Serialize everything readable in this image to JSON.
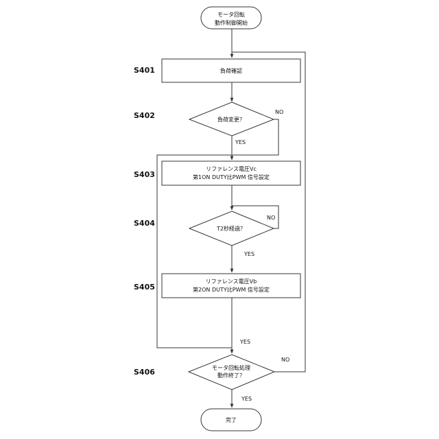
{
  "start": [
    "モータ回転",
    "動作制御開始"
  ],
  "steps": {
    "s401": {
      "id": "S401",
      "text": [
        "負荷確認"
      ]
    },
    "s402": {
      "id": "S402",
      "text": [
        "負荷変更？"
      ]
    },
    "s403": {
      "id": "S403",
      "text": [
        "リファレンス電圧Vc",
        "第1ON DUTY比PWM 信号設定"
      ]
    },
    "s404": {
      "id": "S404",
      "text": [
        "T2秒経過？"
      ]
    },
    "s405": {
      "id": "S405",
      "text": [
        "リファレンス電圧Vb",
        "第2ON DUTY比PWM 信号設定"
      ]
    },
    "s406": {
      "id": "S406",
      "text": [
        "モータ回転処理",
        "動作終了？"
      ]
    }
  },
  "end": [
    "完了"
  ],
  "labels": {
    "yes": "YES",
    "no": "NO"
  }
}
